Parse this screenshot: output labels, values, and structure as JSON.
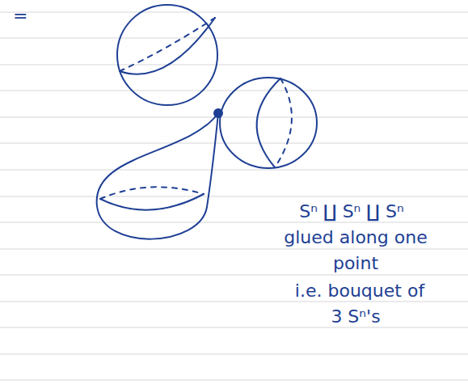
{
  "diagram": {
    "labels": [
      "=",
      "Sⁿ ∐ Sⁿ ∐ Sⁿ",
      "glued along one",
      "point",
      "i.e. bouquet of",
      "3 Sⁿ's"
    ]
  }
}
